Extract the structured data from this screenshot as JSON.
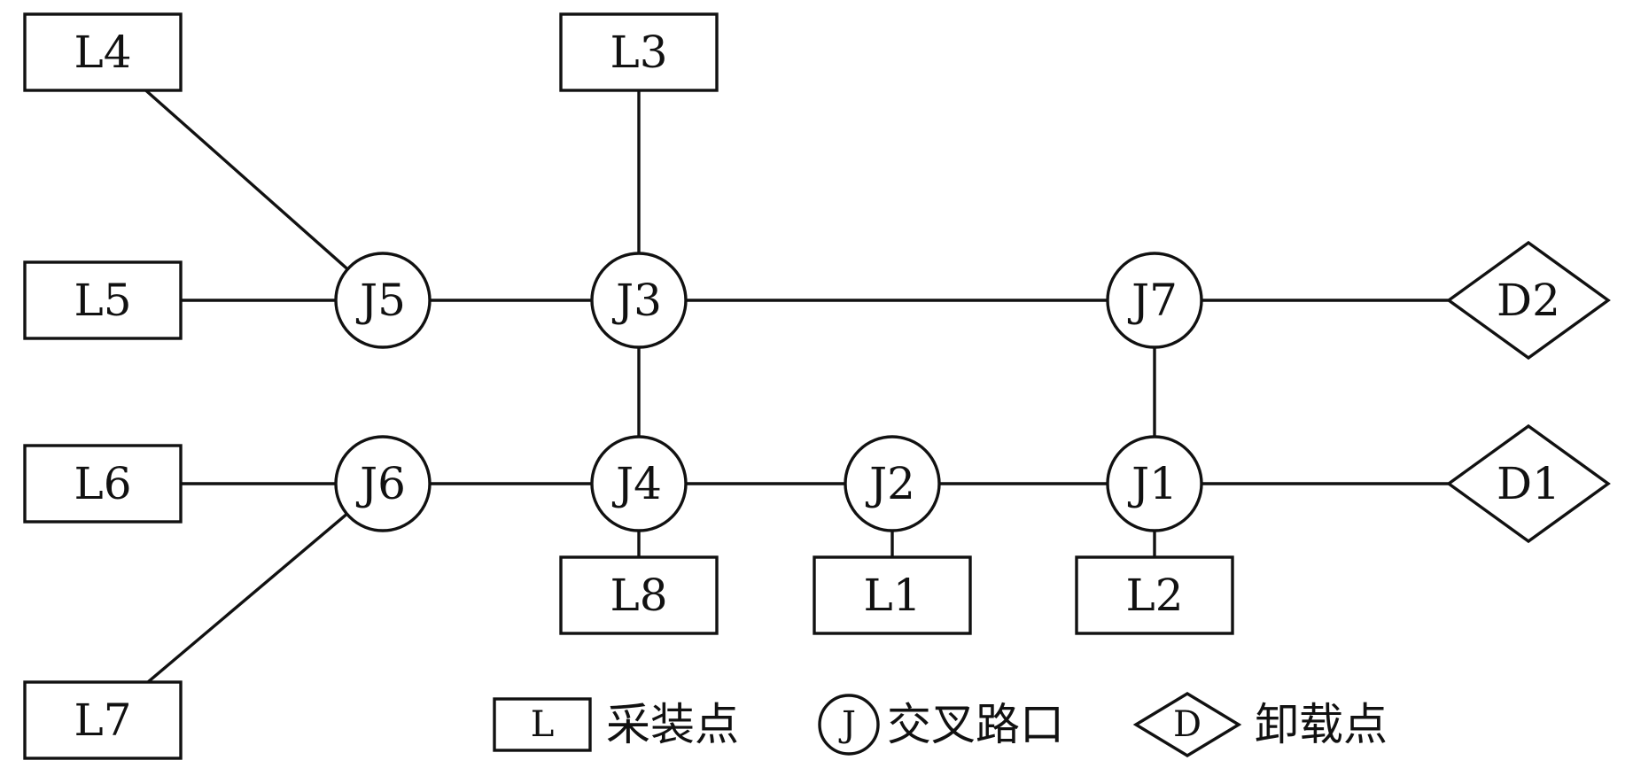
{
  "nodes": {
    "L1": {
      "label": "L1",
      "kind": "loading"
    },
    "L2": {
      "label": "L2",
      "kind": "loading"
    },
    "L3": {
      "label": "L3",
      "kind": "loading"
    },
    "L4": {
      "label": "L4",
      "kind": "loading"
    },
    "L5": {
      "label": "L5",
      "kind": "loading"
    },
    "L6": {
      "label": "L6",
      "kind": "loading"
    },
    "L7": {
      "label": "L7",
      "kind": "loading"
    },
    "L8": {
      "label": "L8",
      "kind": "loading"
    },
    "J1": {
      "label": "J1",
      "kind": "junction"
    },
    "J2": {
      "label": "J2",
      "kind": "junction"
    },
    "J3": {
      "label": "J3",
      "kind": "junction"
    },
    "J4": {
      "label": "J4",
      "kind": "junction"
    },
    "J5": {
      "label": "J5",
      "kind": "junction"
    },
    "J6": {
      "label": "J6",
      "kind": "junction"
    },
    "J7": {
      "label": "J7",
      "kind": "junction"
    },
    "D1": {
      "label": "D1",
      "kind": "dump"
    },
    "D2": {
      "label": "D2",
      "kind": "dump"
    }
  },
  "edges": [
    [
      "L4",
      "J5"
    ],
    [
      "L5",
      "J5"
    ],
    [
      "J5",
      "J3"
    ],
    [
      "L3",
      "J3"
    ],
    [
      "J3",
      "J7"
    ],
    [
      "J7",
      "D2"
    ],
    [
      "J3",
      "J4"
    ],
    [
      "J7",
      "J1"
    ],
    [
      "L6",
      "J6"
    ],
    [
      "L7",
      "J6"
    ],
    [
      "J6",
      "J4"
    ],
    [
      "J4",
      "L8"
    ],
    [
      "J4",
      "J2"
    ],
    [
      "J2",
      "L1"
    ],
    [
      "J2",
      "J1"
    ],
    [
      "J1",
      "L2"
    ],
    [
      "J1",
      "D1"
    ]
  ],
  "legend": {
    "loading": {
      "symbol": "L",
      "text": "采装点"
    },
    "junction": {
      "symbol": "J",
      "text": "交叉路口"
    },
    "dump": {
      "symbol": "D",
      "text": "卸载点"
    }
  }
}
